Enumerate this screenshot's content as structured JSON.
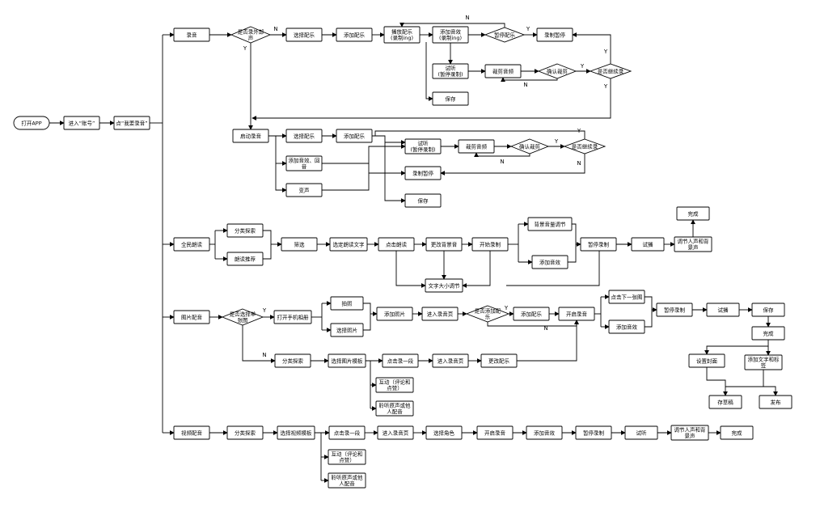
{
  "diagram": {
    "nodes": {
      "start": "打开APP",
      "enter_account": "进入“账号”",
      "click_record": "点“我要录音”",
      "record_branch": "录音",
      "recite_branch": "全民朗读",
      "picture_branch": "图片配音",
      "video_branch": "视频配音",
      "is_external": "是否录外部\n声",
      "r_choose_music": "选择配乐",
      "r_add_music": "添加配乐",
      "r_play_music": "播放配乐\n(录制ing)",
      "r_add_effect": "添加音效\n(录制ing)",
      "r_pause_music": "暂停配乐",
      "r_pause_record": "录制暂停",
      "r_audition": "试听\n(暂停录制)",
      "r_cut_audio": "裁剪音频",
      "r_confirm_cut": "确认裁剪",
      "r_continue": "是否继续录",
      "r_save": "保存",
      "s_start": "启动录音",
      "s_choose_music": "选择配乐",
      "s_add_music": "添加配乐",
      "s_effect_echo": "添加音效、回\n音",
      "s_voice_change": "变声",
      "s_audition": "试听\n(暂停录制)",
      "s_cut_audio": "裁剪音频",
      "s_confirm_cut": "确认裁剪",
      "s_continue": "是否继续录",
      "s_pause": "录制暂停",
      "s_save": "保存",
      "q_category": "分类探索",
      "q_recommend": "朗读推荐",
      "q_filter": "筛选",
      "q_select_text": "选定朗读文字",
      "q_click_read": "点击朗读",
      "q_change_bg": "更改背景音",
      "q_start_record": "开始录制",
      "q_bg_volume": "背景音量调节",
      "q_add_effect": "添加音效",
      "q_pause": "暂停录制",
      "q_audition": "试播",
      "q_adjust": "调节人声和背\n景声",
      "q_done": "完成",
      "q_font_size": "文字大小调节",
      "p_single": "是否选择单\n张图",
      "p_open_album": "打开手机相册",
      "p_photo": "拍照",
      "p_choose_photo": "选择照片",
      "p_add_photo": "添加照片",
      "p_enter_page": "进入录音页",
      "p_add_music_q": "是否添加配\n乐",
      "p_add_music": "添加配乐",
      "p_start_record": "开启录音",
      "p_next_pic": "点击下一张图",
      "p_add_effect": "添加音效",
      "p_pause": "暂停录制",
      "p_audition": "试播",
      "p_save": "保存",
      "p_done": "完成",
      "p_set_cover": "设置封面",
      "p_add_text": "添加文字和标\n签",
      "p_draft": "存草稿",
      "p_publish": "发布",
      "p_category": "分类探索",
      "p_choose_tpl": "选择图片模板",
      "p_click_seg": "点击录一段",
      "p_enter_page2": "进入录音页",
      "p_change_music": "更改配乐",
      "p_interact": "互动（评论和\n点赞）",
      "p_listen": "聆听原声或他\n人配音",
      "v_category": "分类探索",
      "v_choose_tpl": "选择视频模板",
      "v_click_seg": "点击录一段",
      "v_enter_page": "进入录音页",
      "v_choose_role": "选择角色",
      "v_start_record": "开启录音",
      "v_add_effect": "添加音效",
      "v_pause": "暂停录制",
      "v_audition": "试听",
      "v_adjust": "调节人声和背\n景声",
      "v_done": "完成",
      "v_interact": "互动（评论和\n点赞）",
      "v_listen": "聆听原声或他\n人配音"
    },
    "labels": {
      "n": "N",
      "y": "Y"
    }
  }
}
